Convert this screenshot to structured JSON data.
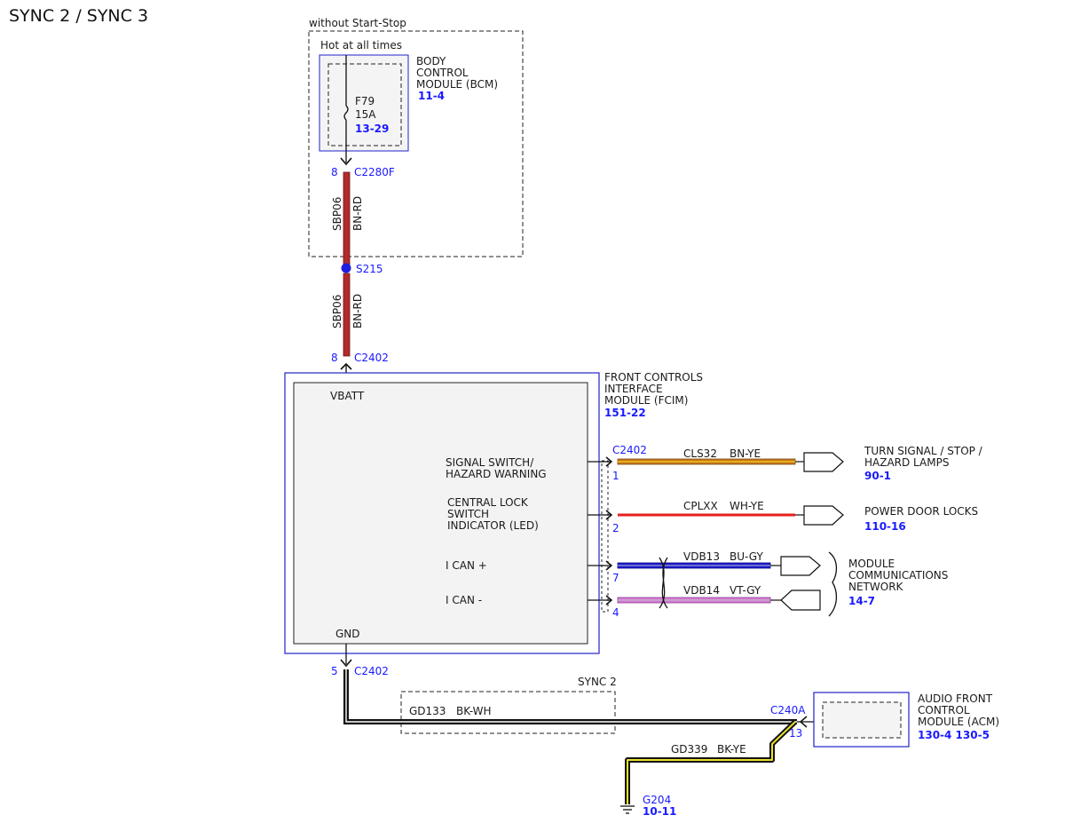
{
  "title": "SYNC 2 / SYNC 3",
  "bcm_group": {
    "caption": "without Start-Stop",
    "hot": "Hot at all times",
    "module": [
      "BODY",
      "CONTROL",
      "MODULE (BCM)"
    ],
    "ref": "11-4",
    "fuse_name": "F79",
    "fuse_amp": "15A",
    "fuse_ref": "13-29"
  },
  "wire_top": {
    "pin": "8",
    "connector": "C2280F",
    "circuit": "SBP06",
    "color": "BN-RD",
    "splice": "S215"
  },
  "wire_mid": {
    "circuit": "SBP06",
    "color": "BN-RD",
    "pin": "8",
    "connector": "C2402"
  },
  "fcim": {
    "name": [
      "FRONT CONTROLS",
      "INTERFACE",
      "MODULE (FCIM)"
    ],
    "ref": "151-22",
    "vbatt": "VBATT",
    "gnd": "GND",
    "sig1": [
      "SIGNAL SWITCH/",
      "HAZARD WARNING"
    ],
    "sig2": [
      "CENTRAL LOCK",
      "SWITCH",
      "INDICATOR (LED)"
    ],
    "sig3": "I CAN +",
    "sig4": "I CAN -"
  },
  "outputs": {
    "connector": "C2402",
    "w1": {
      "pin": "1",
      "circuit": "CLS32",
      "color": "BN-YE",
      "dest": [
        "TURN SIGNAL / STOP /",
        "HAZARD LAMPS"
      ],
      "ref": "90-1"
    },
    "w2": {
      "pin": "2",
      "circuit": "CPLXX",
      "color": "WH-YE",
      "dest": [
        "POWER DOOR LOCKS"
      ],
      "ref": "110-16"
    },
    "w3": {
      "pin": "7",
      "circuit": "VDB13",
      "color": "BU-GY"
    },
    "w4": {
      "pin": "4",
      "circuit": "VDB14",
      "color": "VT-GY"
    },
    "network": [
      "MODULE",
      "COMMUNICATIONS",
      "NETWORK"
    ],
    "network_ref": "14-7"
  },
  "ground": {
    "pin": "5",
    "connector": "C2402",
    "sync2": "SYNC 2",
    "gd133": "GD133",
    "gd133_color": "BK-WH",
    "acm_connector": "C240A",
    "acm_pin": "13",
    "acm": [
      "AUDIO FRONT",
      "CONTROL",
      "MODULE (ACM)"
    ],
    "acm_ref": "130-4 130-5",
    "gd339": "GD339",
    "gd339_color": "BK-YE",
    "g_name": "G204",
    "g_ref": "10-11"
  }
}
